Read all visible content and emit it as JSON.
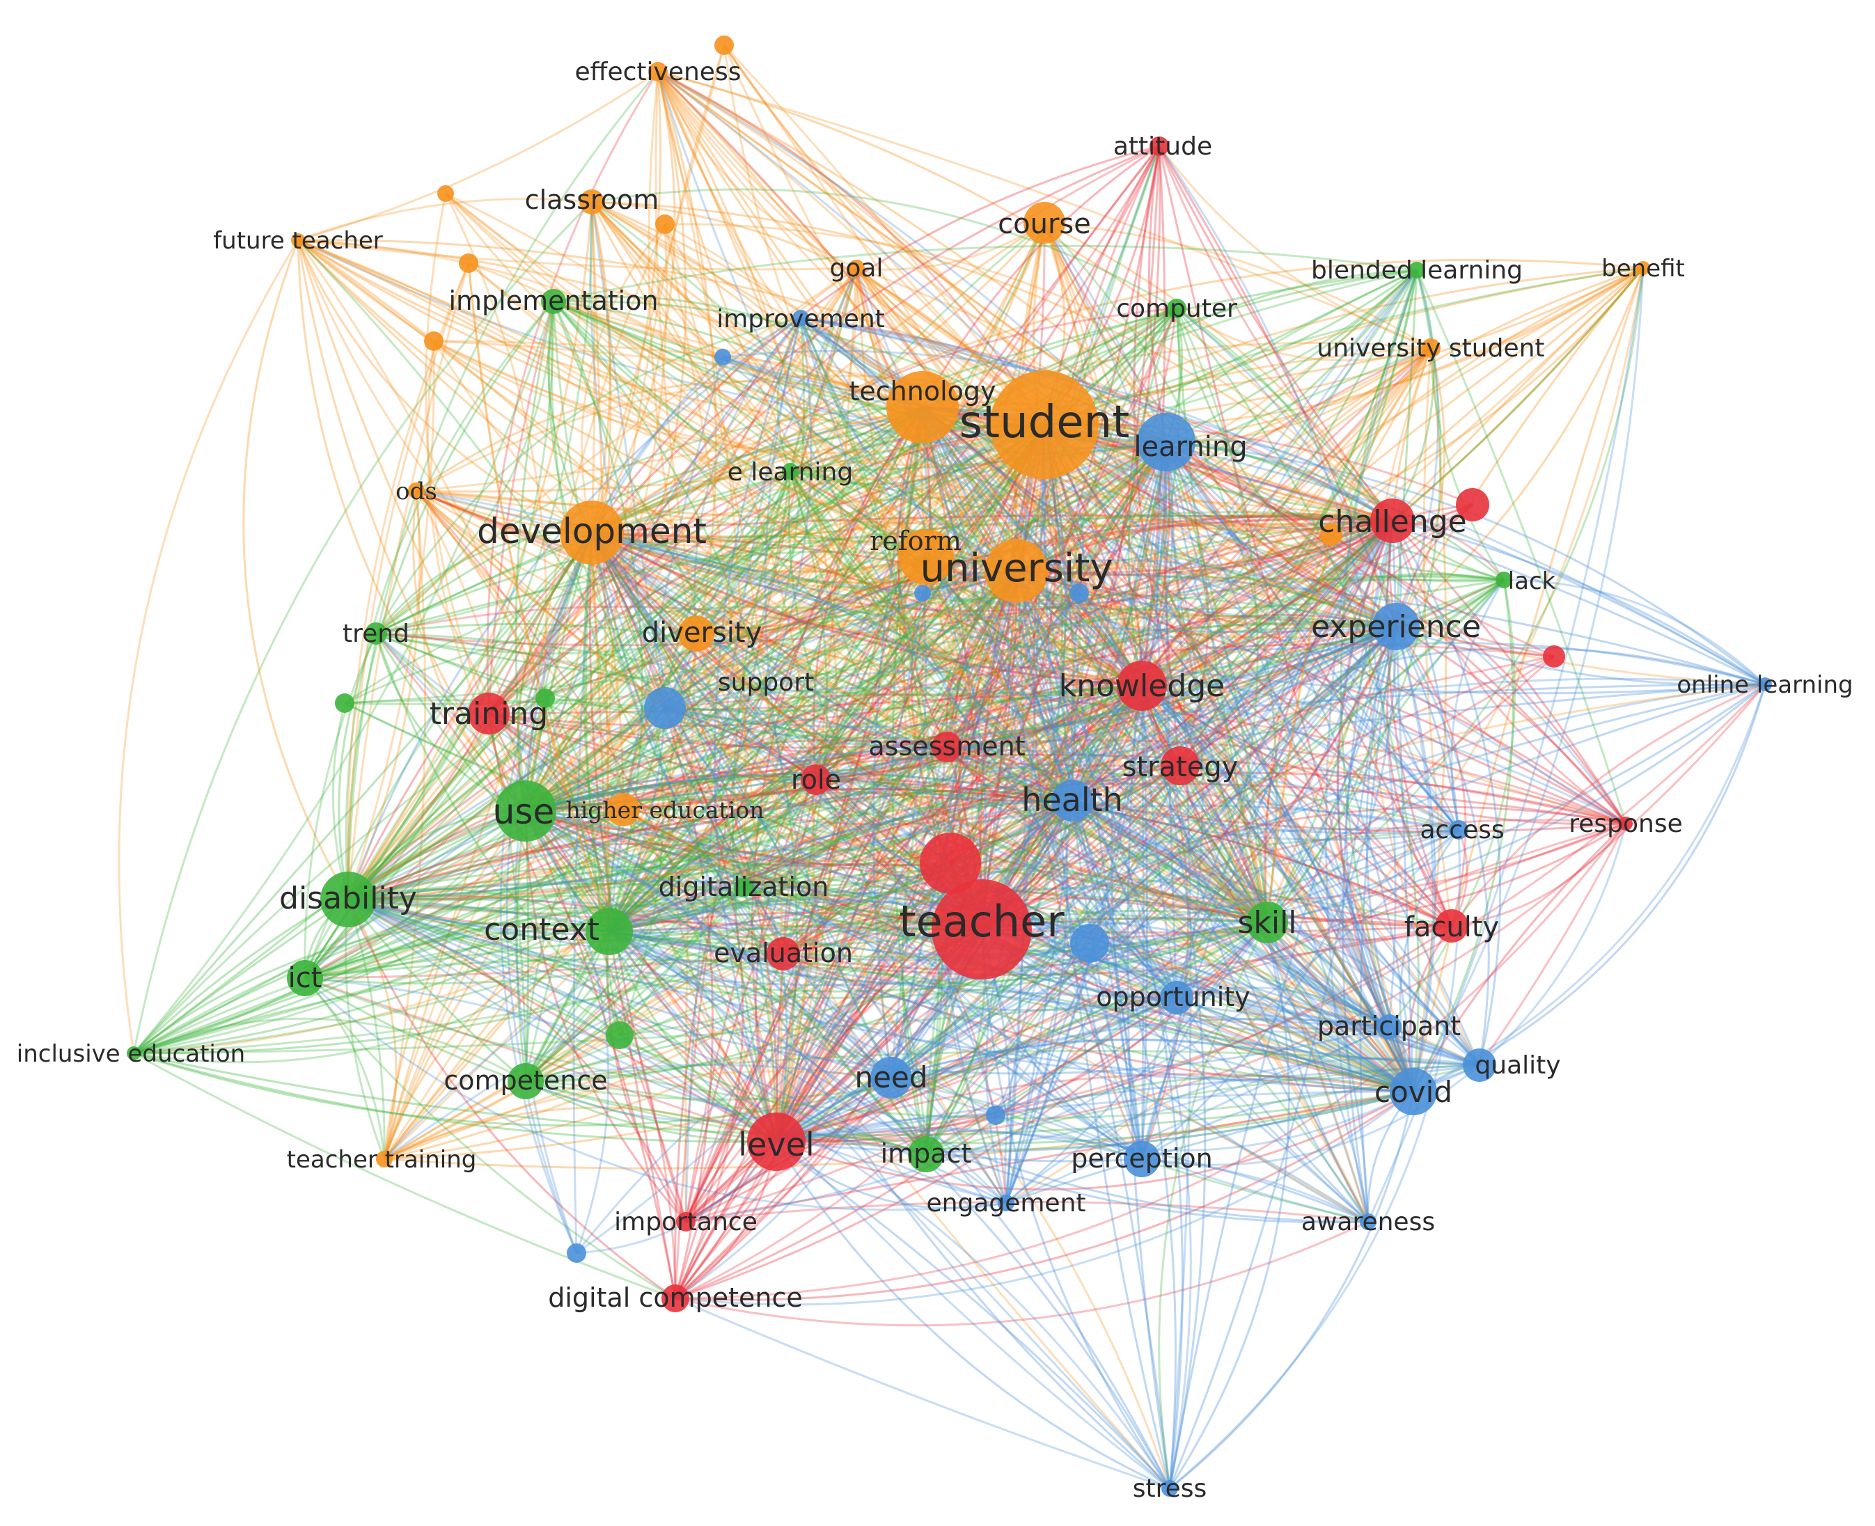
{
  "colors": {
    "red": "#e8323c",
    "orange": "#f6921e",
    "green": "#3cb43c",
    "blue": "#4a90d9"
  },
  "nodes": [
    {
      "id": "student",
      "label": "student",
      "cluster": "orange",
      "weight": 10
    },
    {
      "id": "teacher",
      "label": "teacher",
      "cluster": "red",
      "weight": 10
    },
    {
      "id": "university",
      "label": "university",
      "cluster": "orange",
      "weight": 7
    },
    {
      "id": "technology",
      "label": "technology",
      "cluster": "orange",
      "weight": 6
    },
    {
      "id": "learning",
      "label": "learning",
      "cluster": "blue",
      "weight": 5
    },
    {
      "id": "development",
      "label": "development",
      "cluster": "orange",
      "weight": 6
    },
    {
      "id": "reform",
      "label": "reform",
      "cluster": "orange",
      "weight": 5,
      "serif": true
    },
    {
      "id": "course",
      "label": "course",
      "cluster": "orange",
      "weight": 4
    },
    {
      "id": "classroom",
      "label": "classroom",
      "cluster": "orange",
      "weight": 3
    },
    {
      "id": "effectiveness",
      "label": "effectiveness",
      "cluster": "orange",
      "weight": 3
    },
    {
      "id": "future-teacher",
      "label": "future teacher",
      "cluster": "orange",
      "weight": 2
    },
    {
      "id": "goal",
      "label": "goal",
      "cluster": "orange",
      "weight": 3
    },
    {
      "id": "university-student",
      "label": "university student",
      "cluster": "orange",
      "weight": 3
    },
    {
      "id": "benefit",
      "label": "benefit",
      "cluster": "orange",
      "weight": 2
    },
    {
      "id": "ods",
      "label": "ods",
      "cluster": "orange",
      "weight": 2,
      "serif": true
    },
    {
      "id": "diversity",
      "label": "diversity",
      "cluster": "orange",
      "weight": 4
    },
    {
      "id": "higher-education",
      "label": "higher education",
      "cluster": "orange",
      "weight": 4,
      "serif": true
    },
    {
      "id": "teacher-training",
      "label": "teacher training",
      "cluster": "orange",
      "weight": 2
    },
    {
      "id": "attitude",
      "label": "attitude",
      "cluster": "red",
      "weight": 3
    },
    {
      "id": "challenge",
      "label": "challenge",
      "cluster": "red",
      "weight": 5
    },
    {
      "id": "knowledge",
      "label": "knowledge",
      "cluster": "red",
      "weight": 5
    },
    {
      "id": "training",
      "label": "training",
      "cluster": "red",
      "weight": 5
    },
    {
      "id": "assessment",
      "label": "assessment",
      "cluster": "red",
      "weight": 4
    },
    {
      "id": "strategy",
      "label": "strategy",
      "cluster": "red",
      "weight": 5
    },
    {
      "id": "role",
      "label": "role",
      "cluster": "red",
      "weight": 4
    },
    {
      "id": "response",
      "label": "response",
      "cluster": "red",
      "weight": 2
    },
    {
      "id": "faculty",
      "label": "faculty",
      "cluster": "red",
      "weight": 4
    },
    {
      "id": "evaluation",
      "label": "evaluation",
      "cluster": "red",
      "weight": 4
    },
    {
      "id": "level",
      "label": "level",
      "cluster": "red",
      "weight": 6
    },
    {
      "id": "importance",
      "label": "importance",
      "cluster": "red",
      "weight": 3
    },
    {
      "id": "digital-competence",
      "label": "digital competence",
      "cluster": "red",
      "weight": 4
    },
    {
      "id": "implementation",
      "label": "implementation",
      "cluster": "green",
      "weight": 3
    },
    {
      "id": "computer",
      "label": "computer",
      "cluster": "green",
      "weight": 3
    },
    {
      "id": "blended-learning",
      "label": "blended learning",
      "cluster": "green",
      "weight": 2
    },
    {
      "id": "e-learning",
      "label": "e learning",
      "cluster": "green",
      "weight": 3
    },
    {
      "id": "lack",
      "label": "lack",
      "cluster": "green",
      "weight": 3
    },
    {
      "id": "trend",
      "label": "trend",
      "cluster": "green",
      "weight": 3
    },
    {
      "id": "use",
      "label": "use",
      "cluster": "green",
      "weight": 7
    },
    {
      "id": "disability",
      "label": "disability",
      "cluster": "green",
      "weight": 6
    },
    {
      "id": "context",
      "label": "context",
      "cluster": "green",
      "weight": 6
    },
    {
      "id": "ict",
      "label": "ict",
      "cluster": "green",
      "weight": 5
    },
    {
      "id": "digitalization",
      "label": "digitalization",
      "cluster": "green",
      "weight": 3
    },
    {
      "id": "skill",
      "label": "skill",
      "cluster": "green",
      "weight": 6
    },
    {
      "id": "inclusive-education",
      "label": "inclusive education",
      "cluster": "green",
      "weight": 2
    },
    {
      "id": "competence",
      "label": "competence",
      "cluster": "green",
      "weight": 4
    },
    {
      "id": "impact",
      "label": "impact",
      "cluster": "green",
      "weight": 4
    },
    {
      "id": "improvement",
      "label": "improvement",
      "cluster": "blue",
      "weight": 2
    },
    {
      "id": "experience",
      "label": "experience",
      "cluster": "blue",
      "weight": 6
    },
    {
      "id": "online-learning",
      "label": "online learning",
      "cluster": "blue",
      "weight": 2
    },
    {
      "id": "support",
      "label": "support",
      "cluster": "blue",
      "weight": 3
    },
    {
      "id": "health",
      "label": "health",
      "cluster": "blue",
      "weight": 5
    },
    {
      "id": "access",
      "label": "access",
      "cluster": "blue",
      "weight": 3
    },
    {
      "id": "opportunity",
      "label": "opportunity",
      "cluster": "blue",
      "weight": 4
    },
    {
      "id": "participant",
      "label": "participant",
      "cluster": "blue",
      "weight": 4
    },
    {
      "id": "quality",
      "label": "quality",
      "cluster": "blue",
      "weight": 4
    },
    {
      "id": "covid",
      "label": "covid",
      "cluster": "blue",
      "weight": 6
    },
    {
      "id": "need",
      "label": "need",
      "cluster": "blue",
      "weight": 5
    },
    {
      "id": "perception",
      "label": "perception",
      "cluster": "blue",
      "weight": 4
    },
    {
      "id": "engagement",
      "label": "engagement",
      "cluster": "blue",
      "weight": 3
    },
    {
      "id": "awareness",
      "label": "awareness",
      "cluster": "blue",
      "weight": 3
    },
    {
      "id": "stress",
      "label": "stress",
      "cluster": "blue",
      "weight": 3
    }
  ]
}
